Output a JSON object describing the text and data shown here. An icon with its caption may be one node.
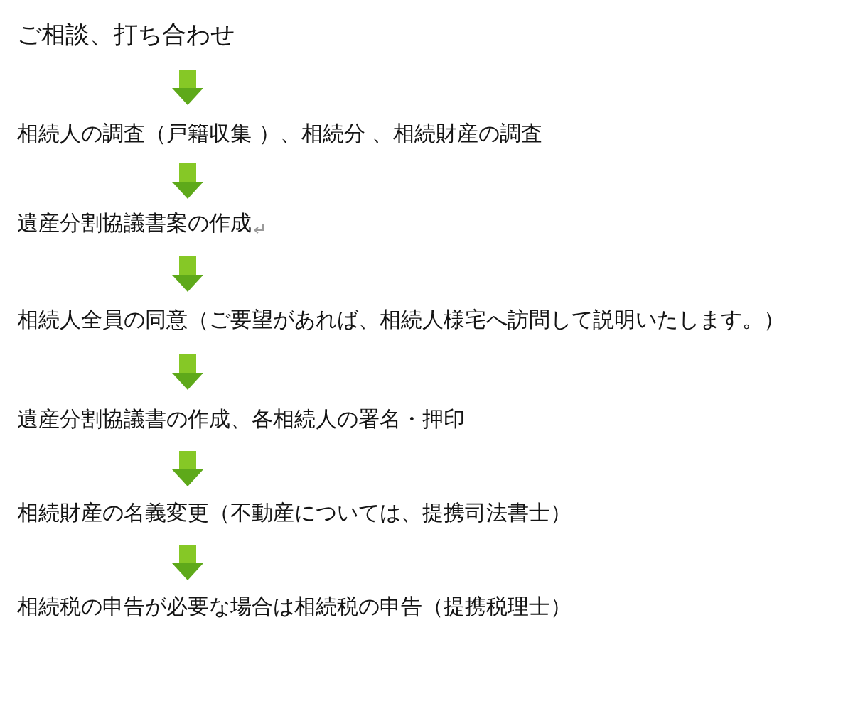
{
  "diagram": {
    "nodes": [
      {
        "text": [
          "ご相談、打ち合わせ"
        ]
      },
      {
        "text": [
          "相続人の調査（戸籍収集 ）、相続分 、相続財産の調査"
        ]
      },
      {
        "text": [
          "遺産分割協議書案の作成"
        ]
      },
      {
        "text": [
          "相続人全員の同意（ご要望があれば、相続人様宅へ訪問して説明いたします。）"
        ]
      },
      {
        "text": [
          "遺産分割協議書の作成、各相続人の署名・押印"
        ]
      },
      {
        "text": [
          "相続財産の名義変更（不動産については、提携司法書士）"
        ]
      },
      {
        "text": [
          "相続税の申告が必要な場合は相続税の申告（提携税理士）"
        ]
      }
    ],
    "edges": [
      {
        "from": 0,
        "to": 1,
        "arrow": "to"
      },
      {
        "from": 1,
        "to": 2,
        "arrow": "to"
      },
      {
        "from": 2,
        "to": 3,
        "arrow": "to"
      },
      {
        "from": 3,
        "to": 4,
        "arrow": "to"
      },
      {
        "from": 4,
        "to": 5,
        "arrow": "to"
      },
      {
        "from": 5,
        "to": 6,
        "arrow": "to"
      }
    ]
  }
}
